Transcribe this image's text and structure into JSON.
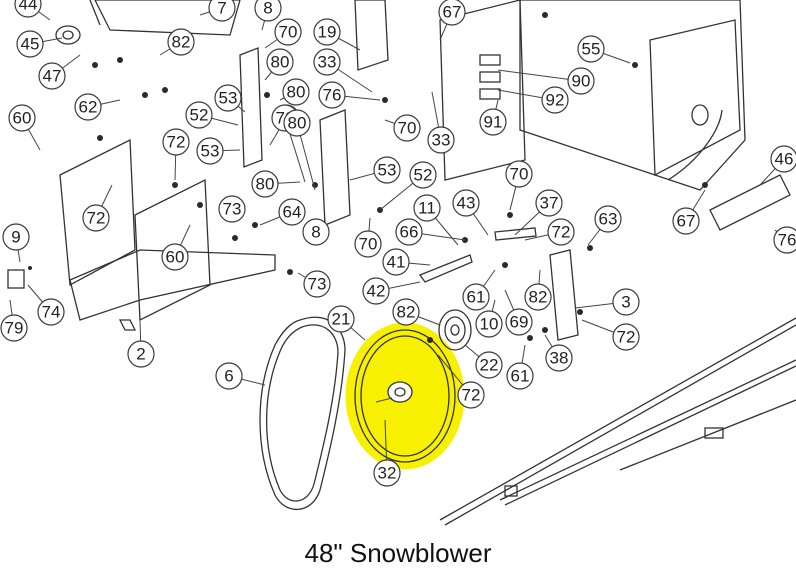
{
  "caption": "48\" Snowblower",
  "highlight_color": "#f7f000",
  "highlighted_part": "21",
  "callouts": [
    "44",
    "7",
    "8",
    "67",
    "45",
    "70",
    "19",
    "82",
    "55",
    "47",
    "80",
    "33",
    "90",
    "62",
    "53",
    "76",
    "33",
    "92",
    "60",
    "52",
    "80",
    "70",
    "91",
    "72",
    "53",
    "70",
    "70",
    "52",
    "46",
    "53",
    "80",
    "72",
    "73",
    "80",
    "70",
    "64",
    "43",
    "37",
    "67",
    "8",
    "66",
    "72",
    "63",
    "76",
    "9",
    "60",
    "11",
    "70",
    "41",
    "73",
    "42",
    "61",
    "82",
    "3",
    "74",
    "2",
    "82",
    "10",
    "69",
    "72",
    "79",
    "21",
    "22",
    "38",
    "6",
    "72",
    "61",
    "32"
  ]
}
